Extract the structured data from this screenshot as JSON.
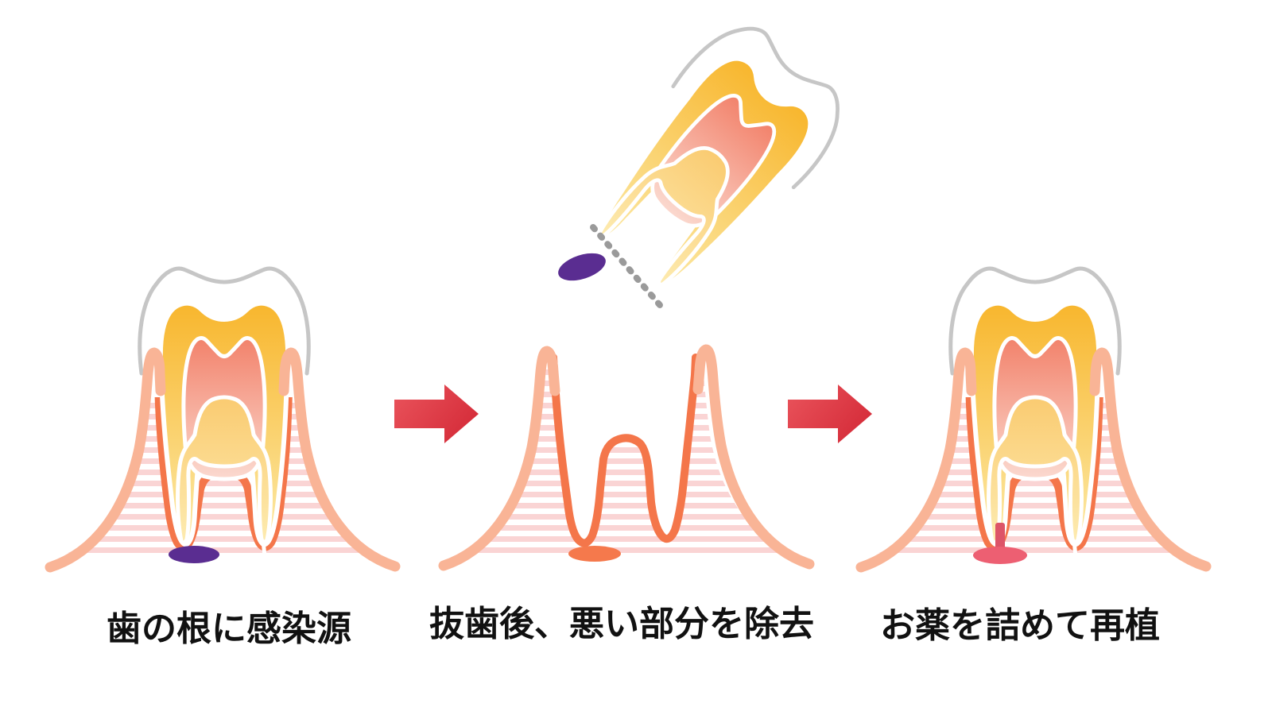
{
  "title": "tooth-retransplantation-procedure-diagram",
  "steps": [
    {
      "label": "歯の根に感染源"
    },
    {
      "label": "抜歯後、悪い部分を除去"
    },
    {
      "label": "お薬を詰めて再植"
    }
  ],
  "icons": {
    "arrow_1": "arrow-right-icon",
    "arrow_2": "arrow-right-icon",
    "cut_line": "dashed-cut-line",
    "infection": "infection-oval",
    "medicine": "medicine-plug"
  },
  "colors": {
    "background": "#FFFFFF",
    "enamel_outline": "#C6C6C6",
    "enamel_fill": "#FFFFFF",
    "dentin_top": "#F8B62D",
    "dentin_bottom": "#FCEAA8",
    "pulp_top": "#F2826B",
    "pulp_bottom": "#FBD9CF",
    "canal_top": "#FACB71",
    "canal_bottom": "#FDEBB0",
    "gum": "#F9B496",
    "bone_stripe": "#FAD4D4",
    "ligament": "#F4764A",
    "infection": "#5A2D91",
    "medicine": "#ED5F72",
    "medicine_stem": "#DD5468",
    "extraction_residue": "#F5794C",
    "arrow_light": "#EA545C",
    "arrow_dark": "#D62E3B",
    "cut_line": "#9A9A9A",
    "label_text": "#111111"
  }
}
